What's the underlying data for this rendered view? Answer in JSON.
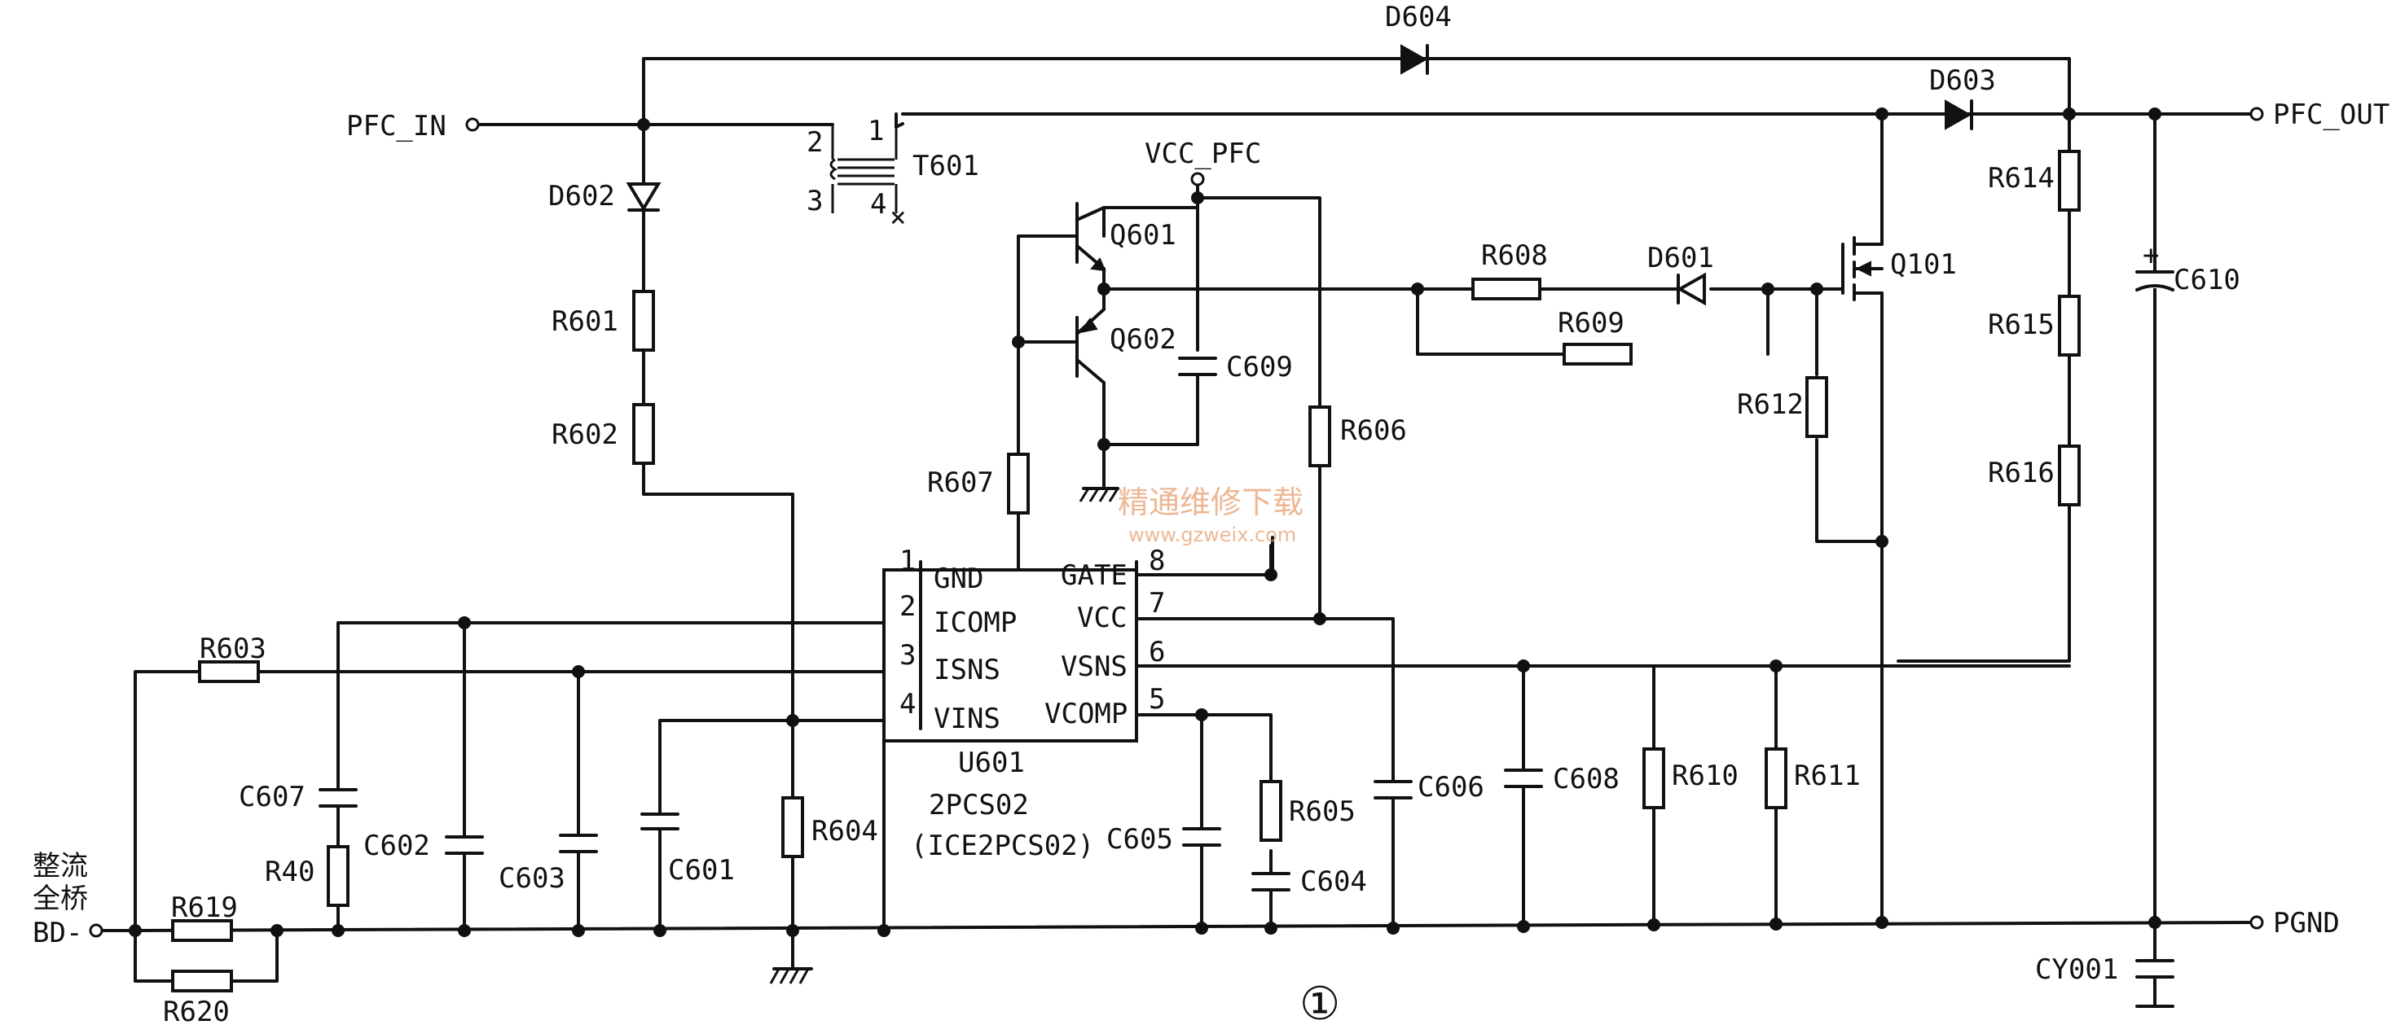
{
  "ports": {
    "pfc_in": "PFC_IN",
    "pfc_out": "PFC_OUT",
    "pgnd": "PGND",
    "vcc_pfc": "VCC_PFC",
    "rect_line1": "整流",
    "rect_line2": "全桥",
    "bd_minus": "BD-"
  },
  "components": {
    "d601": "D601",
    "d602": "D602",
    "d603": "D603",
    "d604": "D604",
    "r601": "R601",
    "r602": "R602",
    "r603": "R603",
    "r604": "R604",
    "r605": "R605",
    "r606": "R606",
    "r607": "R607",
    "r608": "R608",
    "r609": "R609",
    "r610": "R610",
    "r611": "R611",
    "r612": "R612",
    "r614": "R614",
    "r615": "R615",
    "r616": "R616",
    "r619": "R619",
    "r620": "R620",
    "r40": "R40",
    "c601": "C601",
    "c602": "C602",
    "c603": "C603",
    "c604": "C604",
    "c605": "C605",
    "c606": "C606",
    "c607": "C607",
    "c608": "C608",
    "c609": "C609",
    "c610": "C610",
    "cy001": "CY001",
    "q601": "Q601",
    "q602": "Q602",
    "q101": "Q101",
    "t601": "T601"
  },
  "transformer_pins": {
    "p1": "1",
    "p2": "2",
    "p3": "3",
    "p4": "4",
    "nc_mark": "×"
  },
  "capacitor_polarity": "+",
  "ic": {
    "ref": "U601",
    "part": "2PCS02",
    "alt_part": "(ICE2PCS02)",
    "pins": [
      {
        "num": "1",
        "name": "GND"
      },
      {
        "num": "2",
        "name": "ICOMP"
      },
      {
        "num": "3",
        "name": "ISNS"
      },
      {
        "num": "4",
        "name": "VINS"
      },
      {
        "num": "5",
        "name": "VCOMP"
      },
      {
        "num": "6",
        "name": "VSNS"
      },
      {
        "num": "7",
        "name": "VCC"
      },
      {
        "num": "8",
        "name": "GATE"
      }
    ]
  },
  "figure_number": "①",
  "watermark": {
    "line1": "精通维修下载",
    "line2": "www.gzweix.com"
  }
}
